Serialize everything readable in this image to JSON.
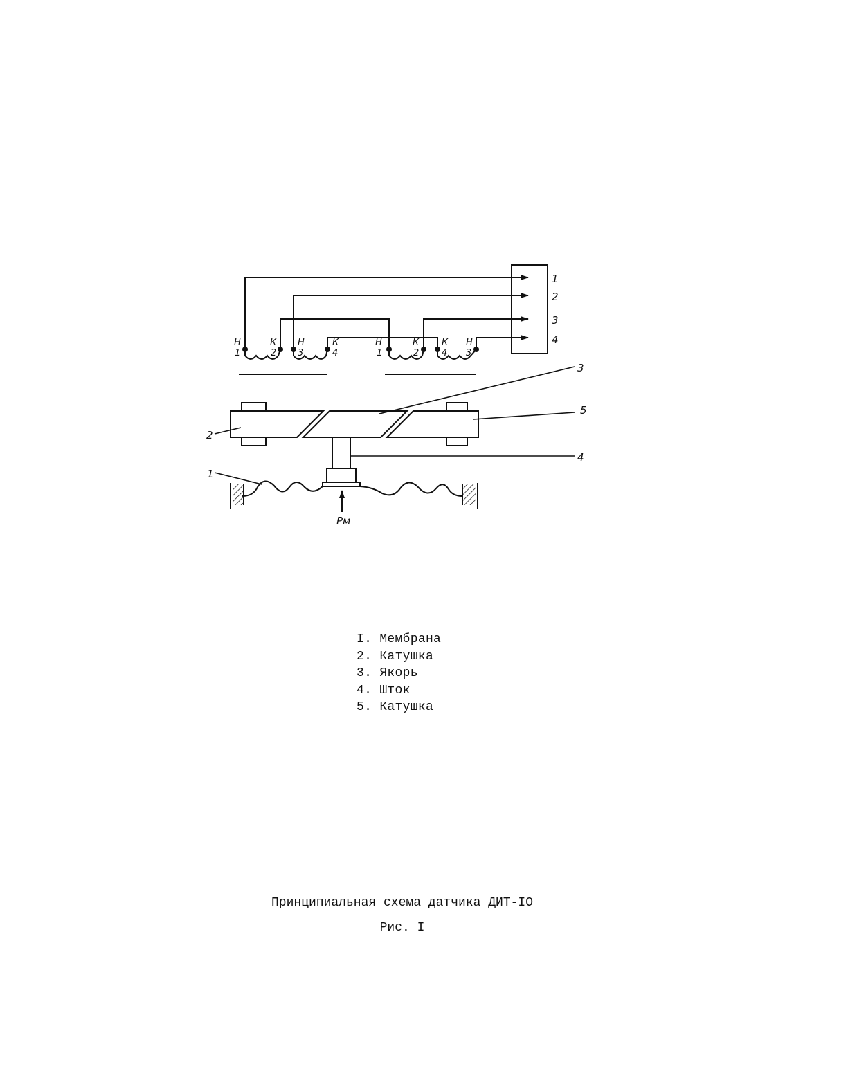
{
  "diagram": {
    "output_terminals": [
      "1",
      "2",
      "3",
      "4"
    ],
    "coil_left": {
      "terminals": [
        "Н",
        "1",
        "К",
        "2",
        "Н",
        "3",
        "К",
        "4"
      ]
    },
    "coil_right": {
      "terminals": [
        "Н",
        "1",
        "К",
        "2",
        "К",
        "4",
        "Н",
        "3"
      ]
    },
    "callouts": [
      "1",
      "2",
      "3",
      "4",
      "5"
    ],
    "force_label": "Рм"
  },
  "legend": [
    {
      "num": "I.",
      "text": "Мембрана"
    },
    {
      "num": "2.",
      "text": "Катушка"
    },
    {
      "num": "3.",
      "text": "Якорь"
    },
    {
      "num": "4.",
      "text": "Шток"
    },
    {
      "num": "5.",
      "text": "Катушка"
    }
  ],
  "caption": {
    "title": "Принципиальная схема датчика ДИТ-IO",
    "figure": "Рис. I"
  }
}
